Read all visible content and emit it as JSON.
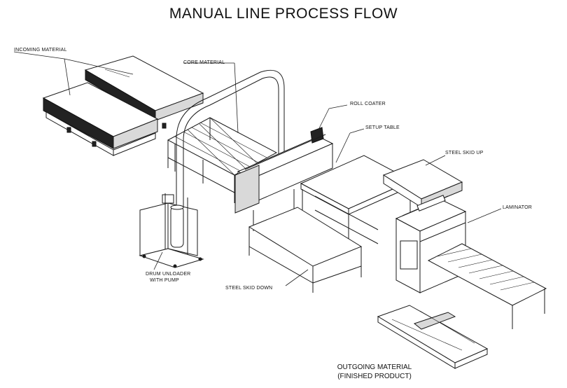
{
  "title": "MANUAL LINE PROCESS FLOW",
  "labels": {
    "incoming_material": "INCOMING MATERIAL",
    "core_material": "CORE MATERIAL",
    "roll_coater": "ROLL COATER",
    "setup_table": "SETUP TABLE",
    "steel_skid_up": "STEEL SKID UP",
    "laminator": "LAMINATOR",
    "drum_unloader_line1": "DRUM UNLOADER",
    "drum_unloader_line2": "WITH PUMP",
    "steel_skid_down": "STEEL SKID DOWN",
    "outgoing_line1": "OUTGOING MATERIAL",
    "outgoing_line2": "(FINISHED PRODUCT)"
  }
}
